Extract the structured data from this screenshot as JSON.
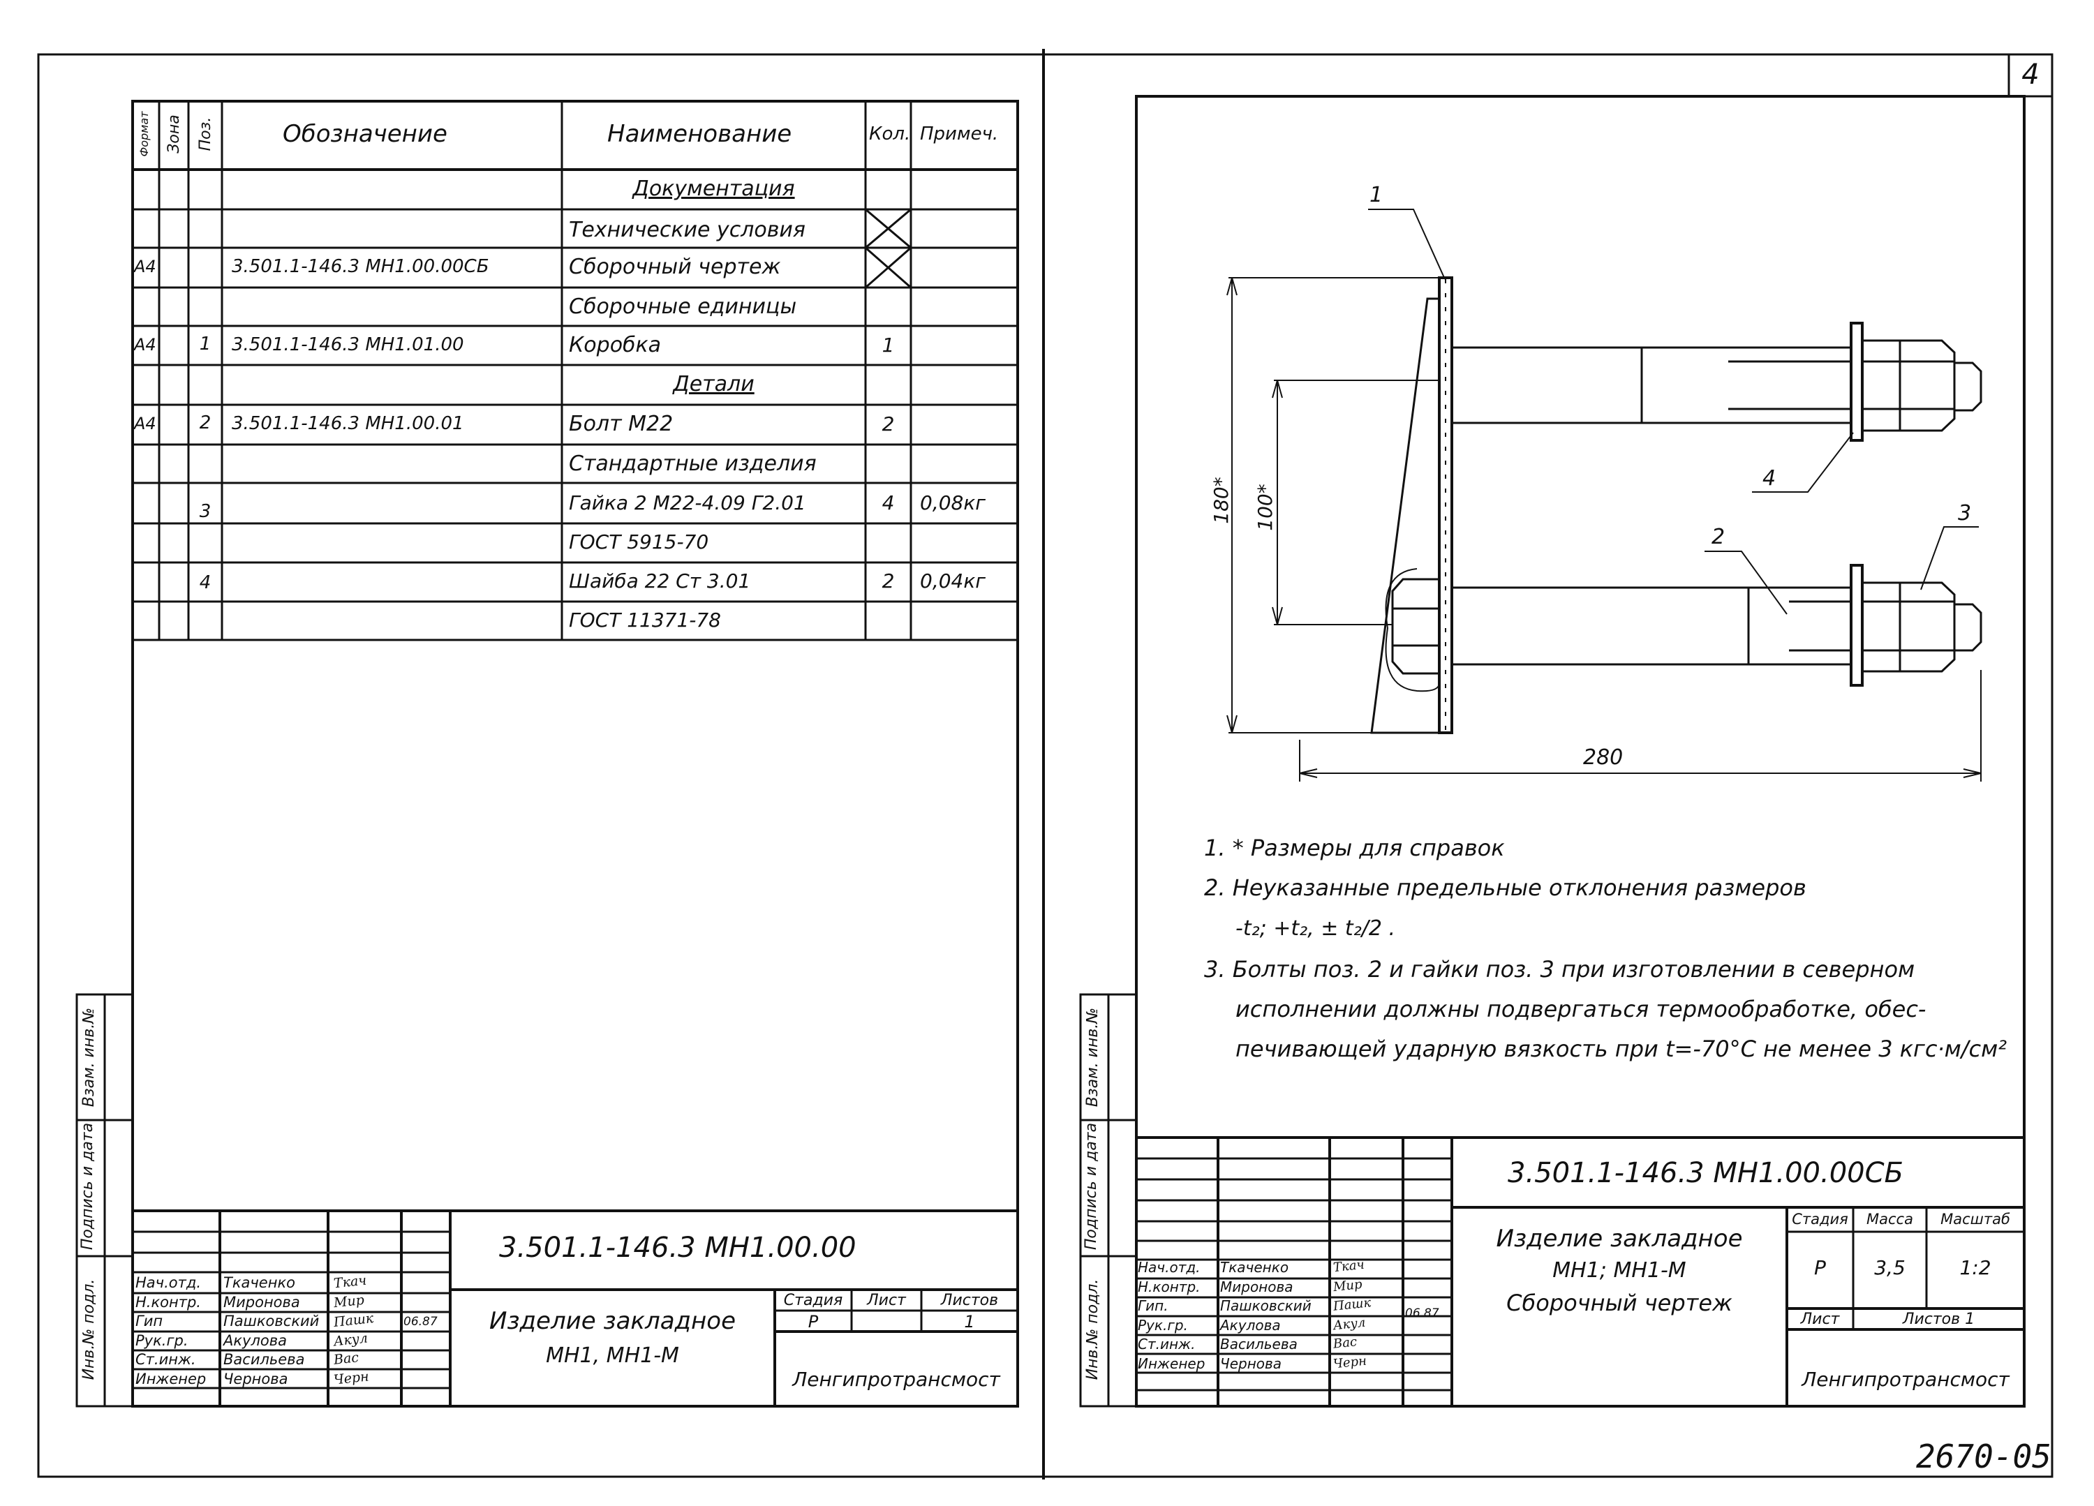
{
  "sheet_number": "4",
  "archive_number": "2670-05",
  "left_sheet": {
    "side_labels": {
      "inv_podl": "Инв.№ подл.",
      "podpis_data": "Подпись и дата",
      "vzam_inv": "Взам. инв.№"
    },
    "headers": {
      "format": "Формат",
      "zona": "Зона",
      "poz": "Поз.",
      "oboznachenie": "Обозначение",
      "naimenovanie": "Наименование",
      "kol": "Кол.",
      "primech": "Примеч."
    },
    "rows": [
      {
        "format": "",
        "zona": "",
        "poz": "",
        "oboz": "",
        "naim": "Документация",
        "kol": "",
        "prim": ""
      },
      {
        "format": "",
        "zona": "",
        "poz": "",
        "oboz": "",
        "naim": "Технические условия",
        "kol": "",
        "prim": ""
      },
      {
        "format": "А4",
        "zona": "",
        "poz": "",
        "oboz": "3.501.1-146.3    МН1.00.00СБ",
        "naim": "Сборочный чертеж",
        "kol": "",
        "prim": ""
      },
      {
        "format": "",
        "zona": "",
        "poz": "",
        "oboz": "",
        "naim": "Сборочные единицы",
        "kol": "",
        "prim": ""
      },
      {
        "format": "А4",
        "zona": "",
        "poz": "1",
        "oboz": "3.501.1-146.3    МН1.01.00",
        "naim": "Коробка",
        "kol": "1",
        "prim": ""
      },
      {
        "format": "",
        "zona": "",
        "poz": "",
        "oboz": "",
        "naim": "Детали",
        "kol": "",
        "prim": ""
      },
      {
        "format": "А4",
        "zona": "",
        "poz": "2",
        "oboz": "3.501.1-146.3    МН1.00.01",
        "naim": "Болт   М22",
        "kol": "2",
        "prim": ""
      },
      {
        "format": "",
        "zona": "",
        "poz": "",
        "oboz": "",
        "naim": "Стандартные   изделия",
        "kol": "",
        "prim": ""
      },
      {
        "format": "",
        "zona": "",
        "poz": "3",
        "oboz": "",
        "naim": "Гайка 2 М22-4.09 Г2.01",
        "kol": "4",
        "prim": "0,08кг"
      },
      {
        "format": "",
        "zona": "",
        "poz": "",
        "oboz": "",
        "naim": "ГОСТ  5915-70",
        "kol": "",
        "prim": ""
      },
      {
        "format": "",
        "zona": "",
        "poz": "4",
        "oboz": "",
        "naim": "Шайба  22   Ст 3.01",
        "kol": "2",
        "prim": "0,04кг"
      },
      {
        "format": "",
        "zona": "",
        "poz": "",
        "oboz": "",
        "naim": "ГОСТ 11371-78",
        "kol": "",
        "prim": ""
      }
    ],
    "title_block": {
      "code": "3.501.1-146.3     МН1.00.00",
      "title_line1": "Изделие  закладное",
      "title_line2": "МН1,  МН1-М",
      "stadiya_label": "Стадия",
      "list_label": "Лист",
      "listov_label": "Листов",
      "stadiya": "Р",
      "list": "",
      "listov": "1",
      "organization": "Ленгипротрансмост",
      "date": "06.87",
      "people": [
        {
          "role": "Нач.отд.",
          "name": "Ткаченко",
          "sign": "Ткач"
        },
        {
          "role": "Н.контр.",
          "name": "Миронова",
          "sign": "Мир"
        },
        {
          "role": "Гип",
          "name": "Пашковский",
          "sign": "Пашк"
        },
        {
          "role": "Рук.гр.",
          "name": "Акулова",
          "sign": "Акул"
        },
        {
          "role": "Ст.инж.",
          "name": "Васильева",
          "sign": "Вас"
        },
        {
          "role": "Инженер",
          "name": "Чернова",
          "sign": "Черн"
        }
      ]
    }
  },
  "right_sheet": {
    "side_labels": {
      "inv_podl": "Инв.№ подл.",
      "podpis_data": "Подпись и дата",
      "vzam_inv": "Взам. инв.№"
    },
    "drawing": {
      "callouts": [
        "1",
        "2",
        "3",
        "4"
      ],
      "dim_180": "180*",
      "dim_100": "100*",
      "dim_280": "280"
    },
    "notes": [
      "1.  * Размеры для справок",
      "2.  Неуказанные   предельные   отклонения  размеров",
      "-t₂; +t₂, ± t₂/2 .",
      "3.  Болты  поз. 2 и гайки  поз. 3  при  изготовлении  в северном",
      "исполнении  должны   подвергаться  термообработке, обес-",
      "печивающей  ударную вязкость при t=-70°C  не менее 3 кгс·м/см²"
    ],
    "title_block": {
      "code": "3.501.1-146.3     МН1.00.00СБ",
      "title_line1": "Изделие  закладное",
      "title_line2": "МН1;  МН1-М",
      "title_line3": "Сборочный   чертеж",
      "stadiya_label": "Стадия",
      "massa_label": "Масса",
      "masshtab_label": "Масштаб",
      "stadiya": "Р",
      "massa": "3,5",
      "masshtab": "1:2",
      "list_label": "Лист",
      "listov_label": "Листов 1",
      "organization": "Ленгипротрансмост",
      "date": "06.87",
      "people": [
        {
          "role": "Нач.отд.",
          "name": "Ткаченко",
          "sign": "Ткач"
        },
        {
          "role": "Н.контр.",
          "name": "Миронова",
          "sign": "Мир"
        },
        {
          "role": "Гип.",
          "name": "Пашковский",
          "sign": "Пашк"
        },
        {
          "role": "Рук.гр.",
          "name": "Акулова",
          "sign": "Акул"
        },
        {
          "role": "Ст.инж.",
          "name": "Васильева",
          "sign": "Вас"
        },
        {
          "role": "Инженер",
          "name": "Чернова",
          "sign": "Черн"
        }
      ]
    }
  }
}
